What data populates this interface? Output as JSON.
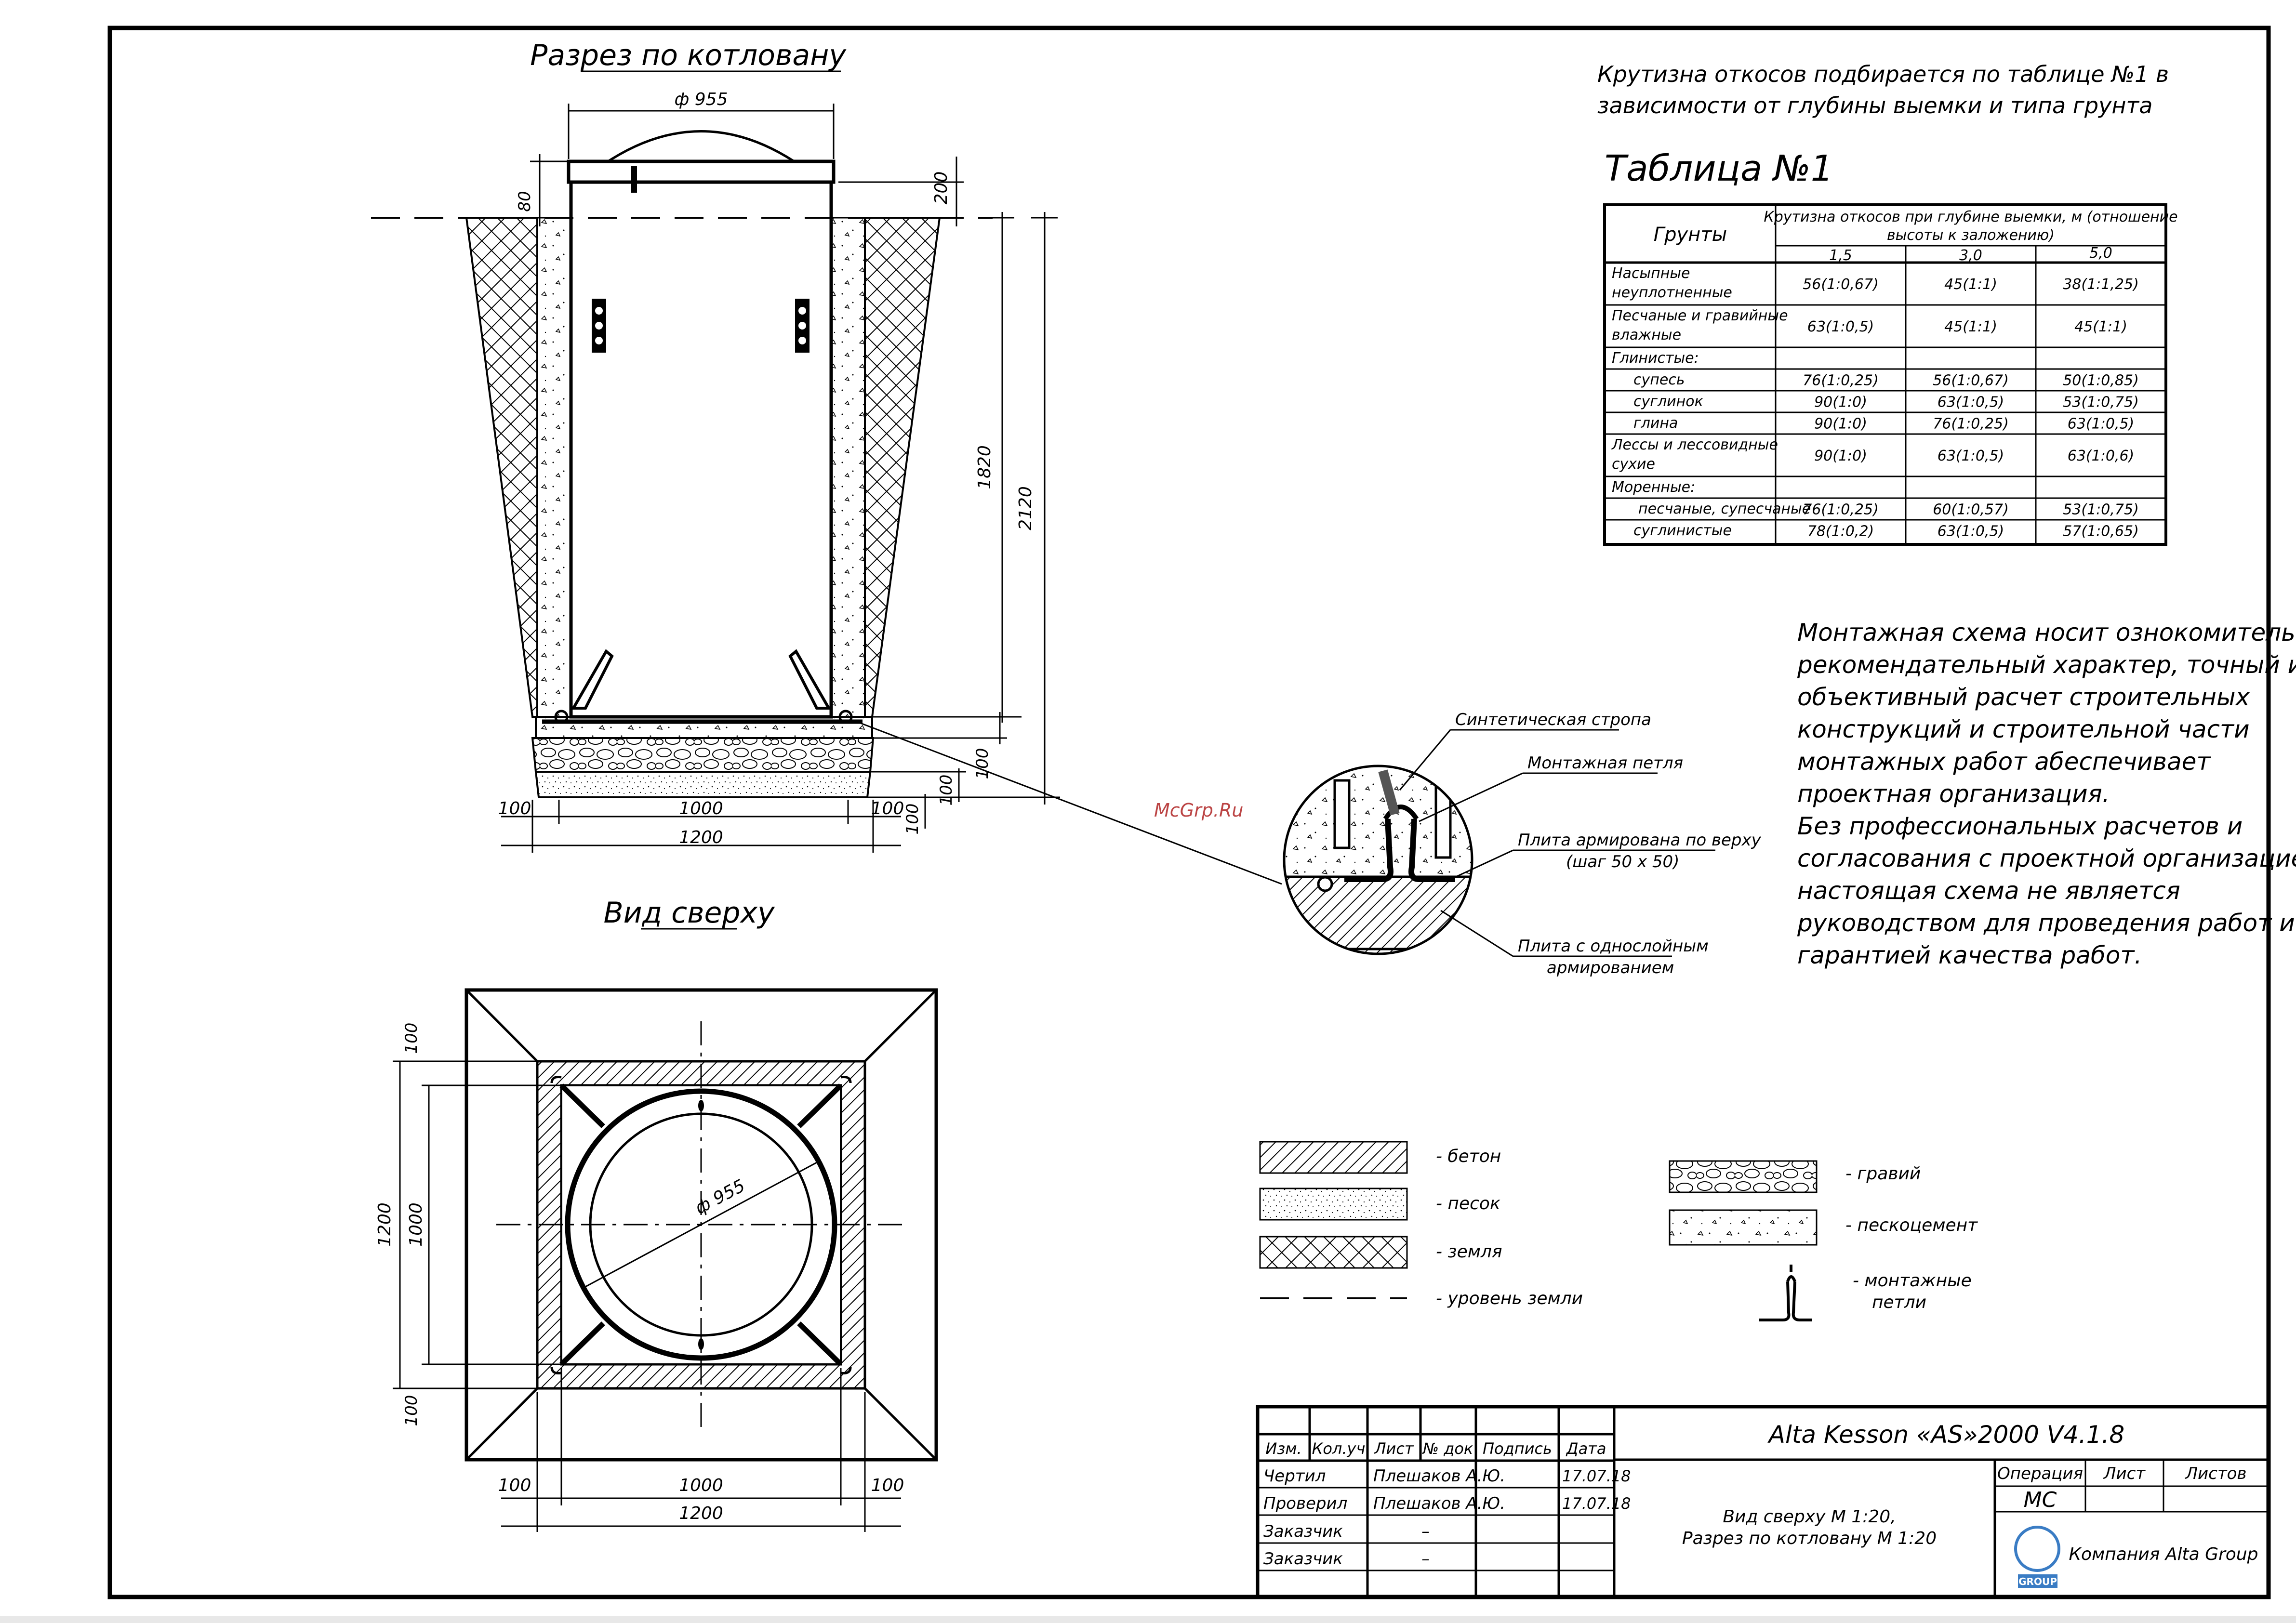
{
  "section_title": "Разрез по котловану",
  "top_view_title": "Вид сверху",
  "dims": {
    "d955": "ф 955",
    "d80": "80",
    "d200": "200",
    "d1820": "1820",
    "d2120": "2120",
    "d100": "100",
    "d1000": "1000",
    "d1200": "1200"
  },
  "slope_note_line1": "Крутизна откосов подбирается по таблице №1 в",
  "slope_note_line2": "зависимости от глубины выемки и типа грунта",
  "table": {
    "caption": "Таблица №1",
    "col_soil": "Грунты",
    "col_slope_line1": "Крутизна откосов при глубине выемки, м (отношение",
    "col_slope_line2": "высоты к заложению)",
    "depths": [
      "1,5",
      "3,0",
      "5,0"
    ],
    "rows": [
      {
        "name": [
          "Насыпные",
          "неуплотненные"
        ],
        "values": [
          "56(1:0,67)",
          "45(1:1)",
          "38(1:1,25)"
        ]
      },
      {
        "name": [
          "Песчаные и гравийные",
          "влажные"
        ],
        "values": [
          "63(1:0,5)",
          "45(1:1)",
          "45(1:1)"
        ]
      },
      {
        "name": [
          "Глинистые:"
        ],
        "values": [
          "",
          "",
          ""
        ]
      },
      {
        "name": [
          "супесь"
        ],
        "values": [
          "76(1:0,25)",
          "56(1:0,67)",
          "50(1:0,85)"
        ]
      },
      {
        "name": [
          "суглинок"
        ],
        "values": [
          "90(1:0)",
          "63(1:0,5)",
          "53(1:0,75)"
        ]
      },
      {
        "name": [
          "глина"
        ],
        "values": [
          "90(1:0)",
          "76(1:0,25)",
          "63(1:0,5)"
        ]
      },
      {
        "name": [
          "Лессы и лессовидные",
          "сухие"
        ],
        "values": [
          "90(1:0)",
          "63(1:0,5)",
          "63(1:0,6)"
        ]
      },
      {
        "name": [
          "Моренные:"
        ],
        "values": [
          "",
          "",
          ""
        ]
      },
      {
        "name": [
          "песчаные, супесчаные"
        ],
        "values": [
          "76(1:0,25)",
          "60(1:0,57)",
          "53(1:0,75)"
        ]
      },
      {
        "name": [
          "суглинистые"
        ],
        "values": [
          "78(1:0,2)",
          "63(1:0,5)",
          "57(1:0,65)"
        ]
      }
    ]
  },
  "disclaimer": [
    "Монтажная схема носит ознокомительно",
    "рекомендательный характер, точный и",
    "объективный расчет строительных",
    "конструкций и строительной части",
    "монтажных работ абеспечивает",
    "проектная организация.",
    "Без профессиональных расчетов и",
    "согласования с проектной организацией",
    "настоящая схема не является",
    "руководством для проведения работ и",
    "гарантией качества работ."
  ],
  "watermark": "McGrp.Ru",
  "detail_labels": {
    "sling": "Синтетическая стропа",
    "loop": "Монтажная петля",
    "slab_top_1": "Плита армирована по верху",
    "slab_top_2": "(шаг 50 х 50)",
    "slab_single_1": "Плита с однослойным",
    "slab_single_2": "армированием"
  },
  "legend": {
    "concrete": "- бетон",
    "sand": "- песок",
    "earth": "- земля",
    "ground_level": "- уровень земли",
    "gravel": "- гравий",
    "sand_cement": "- пескоцемент",
    "loops_1": "- монтажные",
    "loops_2": "петли"
  },
  "title_block": {
    "product": "Alta Kesson «AS»2000 V4.1.8",
    "headers": [
      "Изм.",
      "Кол.уч",
      "Лист",
      "№ док",
      "Подпись",
      "Дата"
    ],
    "roles": [
      {
        "role": "Чертил",
        "name": "Плешаков А.Ю.",
        "date": "17.07.18"
      },
      {
        "role": "Проверил",
        "name": "Плешаков А.Ю.",
        "date": "17.07.18"
      },
      {
        "role": "Заказчик",
        "name": "–",
        "date": ""
      },
      {
        "role": "Заказчик",
        "name": "–",
        "date": ""
      }
    ],
    "description_1": "Вид сверху М 1:20,",
    "description_2": "Разрез по котловану  М 1:20",
    "col_operation": "Операция",
    "col_sheet": "Лист",
    "col_sheets": "Листов",
    "operation_value": "МС",
    "company": "Компания Alta Group",
    "logo_text": "GROUP"
  }
}
